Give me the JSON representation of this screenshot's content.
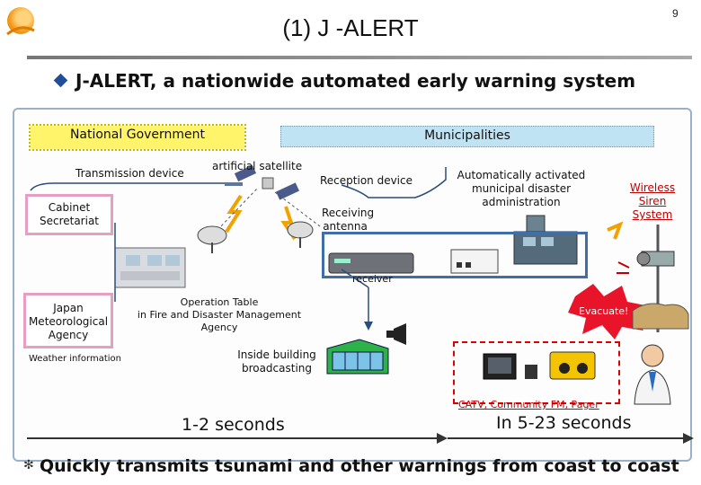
{
  "header": {
    "title": "(1) J -ALERT",
    "page_number": "9",
    "subtitle": "J-ALERT, a nationwide automated early warning system"
  },
  "bands": {
    "national_government": "National Government",
    "municipalities": "Municipalities"
  },
  "labels": {
    "transmission_device": "Transmission device",
    "artificial_satellite": "artificial satellite",
    "reception_device": "Reception device",
    "receiving_antenna_1": "Receiving",
    "receiving_antenna_2": "antenna",
    "auto_admin_1": "Automatically activated",
    "auto_admin_2": "municipal disaster",
    "auto_admin_3": "administration",
    "wireless_1": "Wireless",
    "wireless_2": "Siren",
    "wireless_3": "System",
    "cabinet_1": "Cabinet",
    "cabinet_2": "Secretariat",
    "jma_1": "Japan",
    "jma_2": "Meteorological",
    "jma_3": "Agency",
    "weather_info": "Weather information",
    "receiver": "receiver",
    "operation_table_1": "Operation Table",
    "operation_table_2": "in Fire and Disaster Management Agency",
    "evacuate": "Evacuate!",
    "inside_building_1": "Inside building",
    "inside_building_2": "broadcasting",
    "catv": "CATV, Community FM, Pager"
  },
  "timeline": {
    "first": "1-2 seconds",
    "second": "In 5-23 seconds"
  },
  "footer": {
    "note": "Quickly transmits tsunami and other warnings from coast to coast",
    "bullet": "✻"
  },
  "colors": {
    "national_band": "#fff46a",
    "municipal_band": "#bfe3f2",
    "accent_red": "#c00000",
    "box_pink": "#e79ec3",
    "box_blue": "#3f6fa6"
  }
}
